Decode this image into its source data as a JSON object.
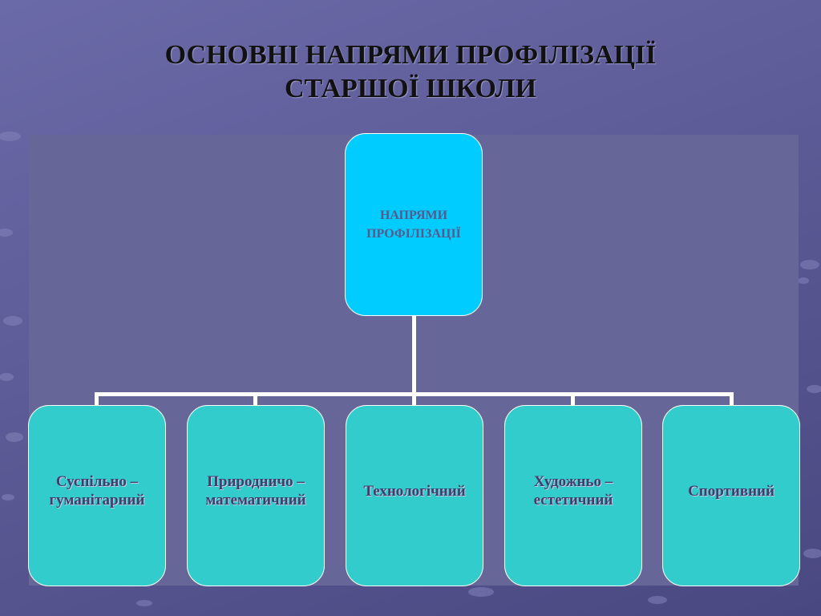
{
  "slide": {
    "title_line1": "ОСНОВНІ  НАПРЯМИ  ПРОФІЛІЗАЦІЇ",
    "title_line2": "СТАРШОЇ  ШКОЛИ"
  },
  "diagram": {
    "root": {
      "label": "НАПРЯМИ \nПРОФІЛІЗАЦІЇ",
      "color": "#00ccff"
    },
    "children": [
      {
        "label": "Суспільно –\nгуманітарний"
      },
      {
        "label": "Природничо –\nматематичний"
      },
      {
        "label": "Технологічний"
      },
      {
        "label": "Художньо –\nестетичний"
      },
      {
        "label": "Спортивний"
      }
    ],
    "child_color": "#33cccc",
    "connector_color": "#ffffff"
  }
}
